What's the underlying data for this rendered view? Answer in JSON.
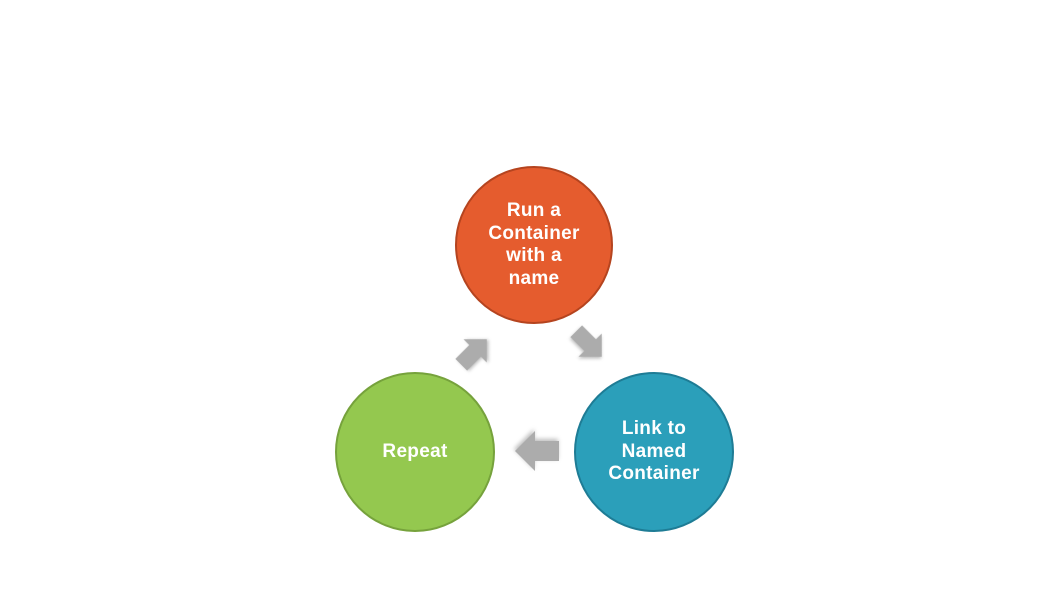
{
  "page": {
    "background": "#FFFFFF"
  },
  "diagram": {
    "type": "cycle",
    "nodes": [
      {
        "id": "run-container",
        "position": "top",
        "lines": [
          "Run a",
          "Container",
          "with a",
          "name"
        ],
        "fill": "#E55C2E",
        "border": "#B5441F",
        "text_color": "#FFFFFF"
      },
      {
        "id": "link-container",
        "position": "bottom-right",
        "lines": [
          "Link to",
          "Named",
          "Container"
        ],
        "fill": "#2B9FBA",
        "border": "#1E7C95",
        "text_color": "#FFFFFF"
      },
      {
        "id": "repeat",
        "position": "bottom-left",
        "lines": [
          "Repeat"
        ],
        "fill": "#94C84F",
        "border": "#76A23C",
        "text_color": "#FFFFFF"
      }
    ],
    "arrows": [
      {
        "from": "run-container",
        "to": "link-container",
        "direction": "southeast",
        "color": "#ACACAC"
      },
      {
        "from": "link-container",
        "to": "repeat",
        "direction": "west",
        "color": "#ACACAC"
      },
      {
        "from": "repeat",
        "to": "run-container",
        "direction": "northeast",
        "color": "#ACACAC"
      }
    ]
  }
}
